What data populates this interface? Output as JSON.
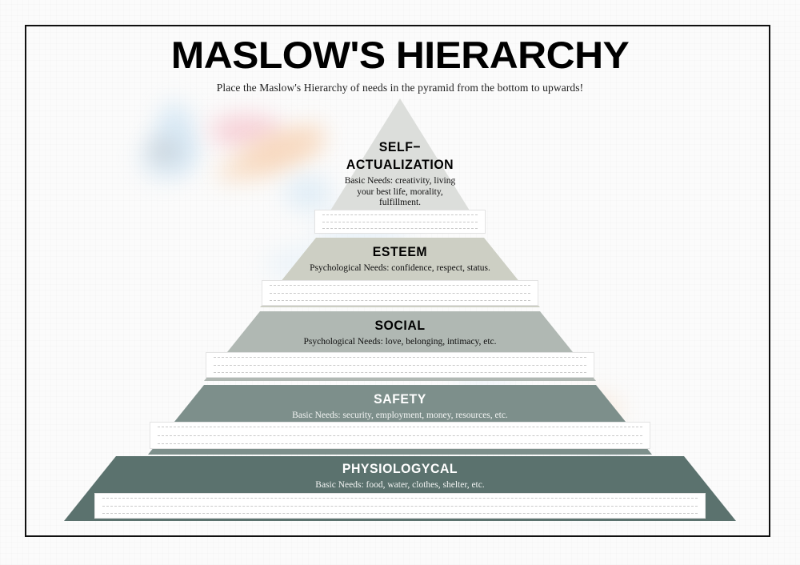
{
  "header": {
    "title": "MASLOW'S HIERARCHY",
    "subtitle": "Place the Maslow's Hierarchy of needs in the pyramid from the bottom to upwards!"
  },
  "pyramid": {
    "tiers": [
      {
        "id": "self-actualization",
        "title": "SELF−\nACTUALIZATION",
        "title_line1": "SELF−",
        "title_line2": "ACTUALIZATION",
        "description": "Basic Needs: creativity, living your best life, morality, fulfillment.",
        "color": "#dcdedb",
        "text_color": "#000000",
        "answer_value": "",
        "answer_placeholder": ""
      },
      {
        "id": "esteem",
        "title": "ESTEEM",
        "description": "Psychological Needs: confidence, respect, status.",
        "color": "#cdcfc4",
        "text_color": "#000000",
        "answer_value": "",
        "answer_placeholder": ""
      },
      {
        "id": "social",
        "title": "SOCIAL",
        "description": "Psychological Needs: love, belonging, intimacy, etc.",
        "color": "#b0b8b3",
        "text_color": "#000000",
        "answer_value": "",
        "answer_placeholder": ""
      },
      {
        "id": "safety",
        "title": "SAFETY",
        "description": "Basic Needs: security, employment, money, resources, etc.",
        "color": "#7d8f8b",
        "text_color": "#ffffff",
        "answer_value": "",
        "answer_placeholder": ""
      },
      {
        "id": "physiologycal",
        "title": "PHYSIOLOGYCAL",
        "description": "Basic Needs: food, water, clothes, shelter, etc.",
        "color": "#5b726e",
        "text_color": "#ffffff",
        "answer_value": "",
        "answer_placeholder": ""
      }
    ]
  },
  "colors": {
    "page_background": "#fbfbfb",
    "frame_border": "#111111",
    "writebox_background": "#ffffff",
    "writebox_line": "#c9c9c9"
  }
}
